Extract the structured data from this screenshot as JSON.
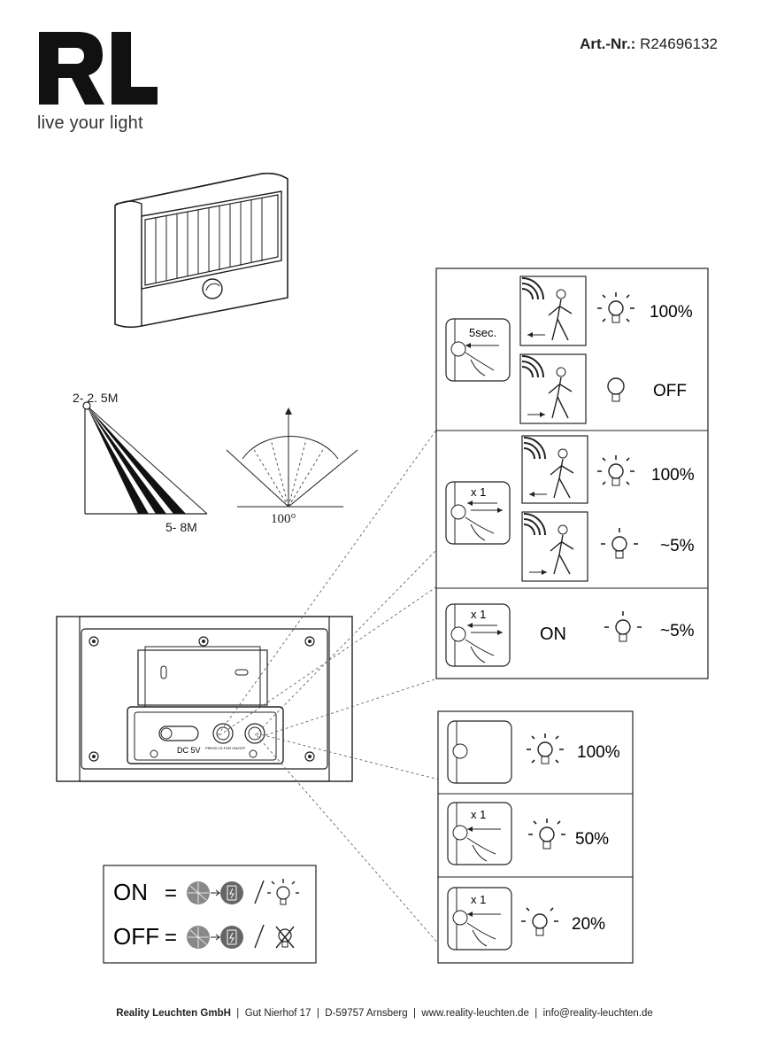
{
  "brand": {
    "logo_text": "RL",
    "tagline": "live your light"
  },
  "article": {
    "label": "Art.-Nr.:",
    "number": "R24696132"
  },
  "detection": {
    "height_label": "2- 2. 5M",
    "range_label": "5- 8M",
    "angle_label": "100°"
  },
  "panel_motion": {
    "row1": {
      "button_label": "5sec.",
      "states": [
        {
          "level": "100%"
        },
        {
          "level": "OFF"
        }
      ]
    },
    "row2": {
      "button_label": "x 1",
      "states": [
        {
          "level": "100%"
        },
        {
          "level": "~5%"
        }
      ]
    },
    "row3": {
      "button_label": "x 1",
      "mode": "ON",
      "level": "~5%"
    }
  },
  "panel_brightness": {
    "rows": [
      {
        "button_label": "",
        "level": "100%"
      },
      {
        "button_label": "x 1",
        "level": "50%"
      },
      {
        "button_label": "x 1",
        "level": "20%"
      }
    ]
  },
  "switch_panel": {
    "switch_label": "DC 5V",
    "button1_text": "PRESS 1S FOR ON/OFF"
  },
  "legend": {
    "on_label": "ON",
    "off_label": "OFF",
    "eq": "="
  },
  "footer": {
    "company": "Reality Leuchten GmbH",
    "street": "Gut Nierhof 17",
    "city": "D-59757 Arnsberg",
    "web": "www.reality-leuchten.de",
    "email": "info@reality-leuchten.de",
    "sep": "|"
  },
  "icons": [
    "logo",
    "solar-lamp",
    "walking-person-icon",
    "motion-waves-icon",
    "bulb-icon",
    "button-press-icon",
    "solar-panel-icon",
    "battery-icon",
    "bulb-off-icon"
  ]
}
